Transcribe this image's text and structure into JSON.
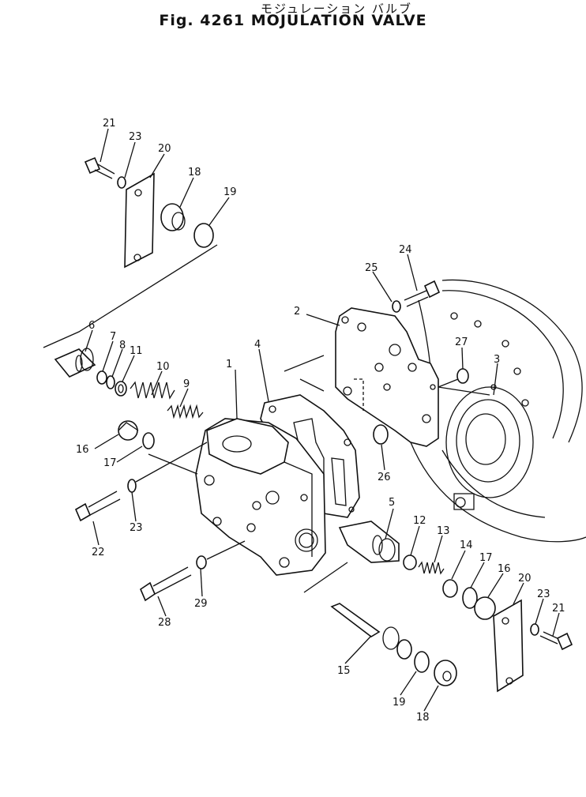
{
  "title_jp": "モジュレーション バルブ",
  "title_en": "Fig. 4261 MOJULATION VALVE",
  "labels": {
    "l1": "1",
    "l2": "2",
    "l3": "3",
    "l4": "4",
    "l5": "5",
    "l6": "6",
    "l7": "7",
    "l8": "8",
    "l9": "9",
    "l10": "10",
    "l11": "11",
    "l12": "12",
    "l13": "13",
    "l14": "14",
    "l15": "15",
    "l16a": "16",
    "l16b": "16",
    "l17a": "17",
    "l17b": "17",
    "l18a": "18",
    "l18b": "18",
    "l19a": "19",
    "l19b": "19",
    "l20a": "20",
    "l20b": "20",
    "l21a": "21",
    "l21b": "21",
    "l22": "22",
    "l23a": "23",
    "l23b": "23",
    "l23c": "23",
    "l24": "24",
    "l25": "25",
    "l26": "26",
    "l27": "27",
    "l28": "28",
    "l29": "29"
  }
}
